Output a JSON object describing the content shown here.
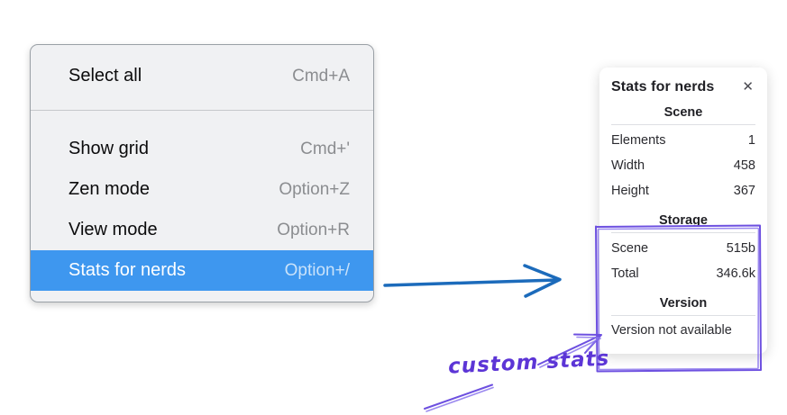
{
  "menu": {
    "items": [
      {
        "label": "Select all",
        "shortcut": "Cmd+A",
        "selected": false
      },
      {
        "label": "Show grid",
        "shortcut": "Cmd+'",
        "selected": false
      },
      {
        "label": "Zen mode",
        "shortcut": "Option+Z",
        "selected": false
      },
      {
        "label": "View mode",
        "shortcut": "Option+R",
        "selected": false
      },
      {
        "label": "Stats for nerds",
        "shortcut": "Option+/",
        "selected": true
      }
    ]
  },
  "panel": {
    "title": "Stats for nerds",
    "close_icon": "✕",
    "sections": [
      {
        "heading": "Scene",
        "rows": [
          [
            "Elements",
            "1"
          ],
          [
            "Width",
            "458"
          ],
          [
            "Height",
            "367"
          ]
        ]
      },
      {
        "heading": "Storage",
        "rows": [
          [
            "Scene",
            "515b"
          ],
          [
            "Total",
            "346.6k"
          ]
        ]
      },
      {
        "heading": "Version",
        "rows": [],
        "note": "Version not available"
      }
    ]
  },
  "annotations": {
    "label": "custom stats",
    "highlighted_sections": [
      "Storage",
      "Version"
    ]
  },
  "colors": {
    "menu_bg": "#f0f1f3",
    "menu_border": "#9aa0a6",
    "menu_highlight": "#3e97ef",
    "arrow_blue": "#1c6bbb",
    "box_purple": "#6d50e0",
    "sketch_purple": "#8b76ec",
    "text_purple": "#5c35d6",
    "panel_text": "#1f1f24"
  }
}
